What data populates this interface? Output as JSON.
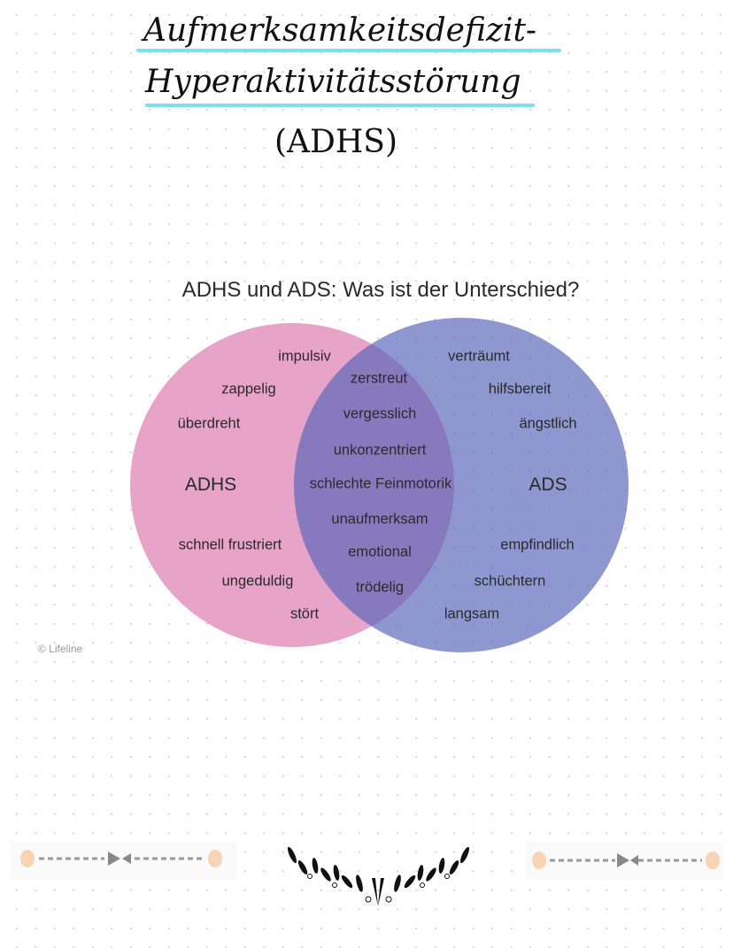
{
  "header": {
    "title_line1": "Aufmerksamkeitsdefizit-",
    "title_line2": "Hyperaktivitätsstörung",
    "abbreviation": "(ADHS)",
    "underline_color": "#7fe0ec"
  },
  "venn": {
    "title": "ADHS und ADS: Was ist der Unterschied?",
    "left": {
      "label": "ADHS",
      "color": "#e8a3c8",
      "items": [
        "impulsiv",
        "zappelig",
        "überdreht",
        "schnell frustriert",
        "ungeduldig",
        "stört"
      ]
    },
    "right": {
      "label": "ADS",
      "color": "#8590cc",
      "items": [
        "verträumt",
        "hilfsbereit",
        "ängstlich",
        "empfindlich",
        "schüchtern",
        "langsam"
      ]
    },
    "both": {
      "items": [
        "zerstreut",
        "vergesslich",
        "unkonzentriert",
        "schlechte Feinmotorik",
        "unaufmerksam",
        "emotional",
        "trödelig"
      ]
    },
    "credit": "© Lifeline"
  },
  "decorations": {
    "left": "arrow-divider",
    "center": "laurel-divider",
    "right": "arrow-divider"
  }
}
